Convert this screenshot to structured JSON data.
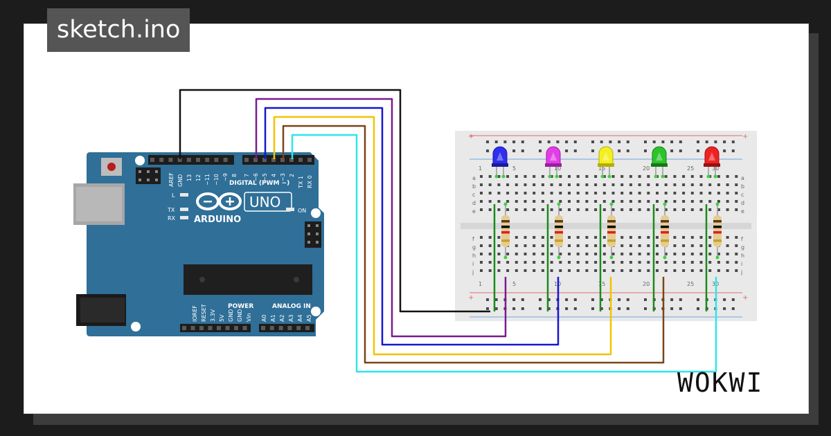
{
  "title": "sketch.ino",
  "brand": "WOKWI",
  "colors": {
    "board": "#2f6f98",
    "wire_gnd": "#111111",
    "wire_purple": "#7a1a8e",
    "wire_blue": "#1515d0",
    "wire_yellow": "#f2c300",
    "wire_brown": "#7a4418",
    "wire_cyan": "#2de6ea"
  },
  "arduino": {
    "top_pins_left": [
      "AREF",
      "GND",
      "13",
      "12",
      "~11",
      "~10",
      "~9",
      "8"
    ],
    "top_pins_right": [
      "7",
      "~6",
      "~5",
      "4",
      "~3",
      "2",
      "TX 1",
      "RX 0"
    ],
    "digital_label": "DIGITAL (PWM ~)",
    "logo": "ARDUINO",
    "model": "UNO",
    "led_l": "L",
    "led_tx": "TX",
    "led_rx": "RX",
    "on_label": "ON",
    "power_header": "POWER",
    "analog_header": "ANALOG IN",
    "bottom_pins_power": [
      "IOREF",
      "RESET",
      "3.3V",
      "5V",
      "GND",
      "GND",
      "Vin"
    ],
    "bottom_pins_analog": [
      "A0",
      "A1",
      "A2",
      "A3",
      "A4",
      "A5"
    ]
  },
  "breadboard": {
    "rows_top": [
      "a",
      "b",
      "c",
      "d",
      "e"
    ],
    "rows_bottom": [
      "f",
      "g",
      "h",
      "i",
      "j"
    ],
    "col_numbers_top": [
      "1",
      "5",
      "10",
      "15",
      "20",
      "25",
      "30"
    ],
    "col_numbers_bottom": [
      "1",
      "5",
      "10",
      "15",
      "20",
      "25",
      "30"
    ],
    "plus": "+",
    "minus": "-"
  },
  "leds": [
    {
      "name": "blue",
      "color": "#2f2ff0",
      "dark": "#1b1b9a"
    },
    {
      "name": "magenta",
      "color": "#e23ee8",
      "dark": "#9a1fa0"
    },
    {
      "name": "yellow",
      "color": "#f3f020",
      "dark": "#b6ad05"
    },
    {
      "name": "green",
      "color": "#2bc42b",
      "dark": "#137a13"
    },
    {
      "name": "red",
      "color": "#ef2222",
      "dark": "#9b1010"
    }
  ]
}
